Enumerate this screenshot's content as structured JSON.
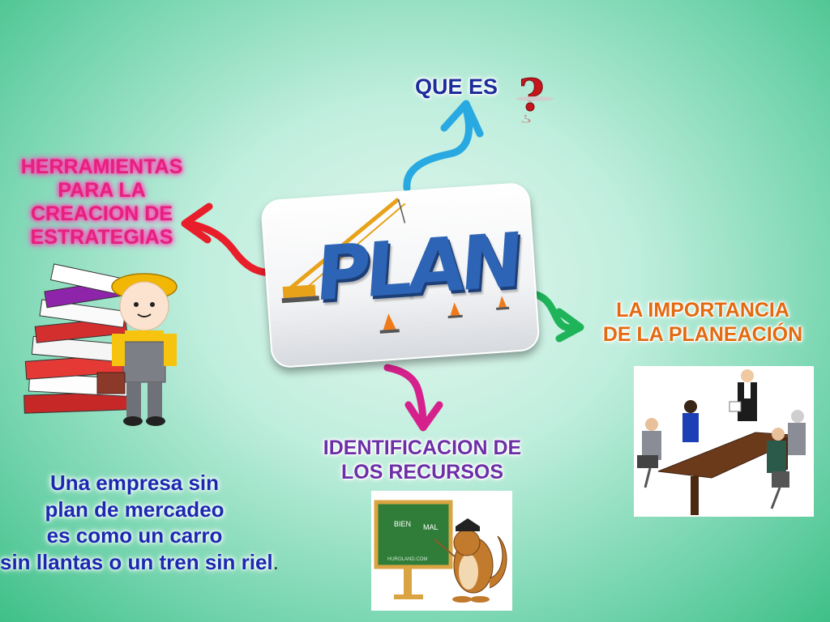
{
  "center": {
    "title": "PLAN"
  },
  "nodes": {
    "que_es": {
      "label": "QUE ES"
    },
    "herramientas": {
      "lines": [
        "HERRAMIENTAS",
        "PARA LA",
        "CREACION DE",
        "ESTRATEGIAS"
      ]
    },
    "importancia": {
      "lines": [
        "LA IMPORTANCIA",
        "DE LA PLANEACIÓN"
      ]
    },
    "identificacion": {
      "lines": [
        "IDENTIFICACION DE",
        "LOS RECURSOS"
      ]
    }
  },
  "note": {
    "lines": [
      "Una empresa sin",
      "plan de mercadeo",
      "es como un carro",
      "sin llantas o un tren sin riel"
    ],
    "end_mark": "."
  },
  "illustrations": {
    "chalkboard": {
      "left_word": "BIEN",
      "right_word": "MAL",
      "watermark": "HUROLAND.COM"
    }
  },
  "icons": {
    "question": "question-mark-icon",
    "books": "book-stack-icon",
    "worker": "construction-worker-icon",
    "crane": "crane-icon",
    "cones": "traffic-cone-icon"
  },
  "colors": {
    "arrow_que_es": "#29a9e1",
    "arrow_herramientas": "#e81e2a",
    "arrow_importancia": "#1fb35a",
    "arrow_identificacion": "#d6208c"
  }
}
